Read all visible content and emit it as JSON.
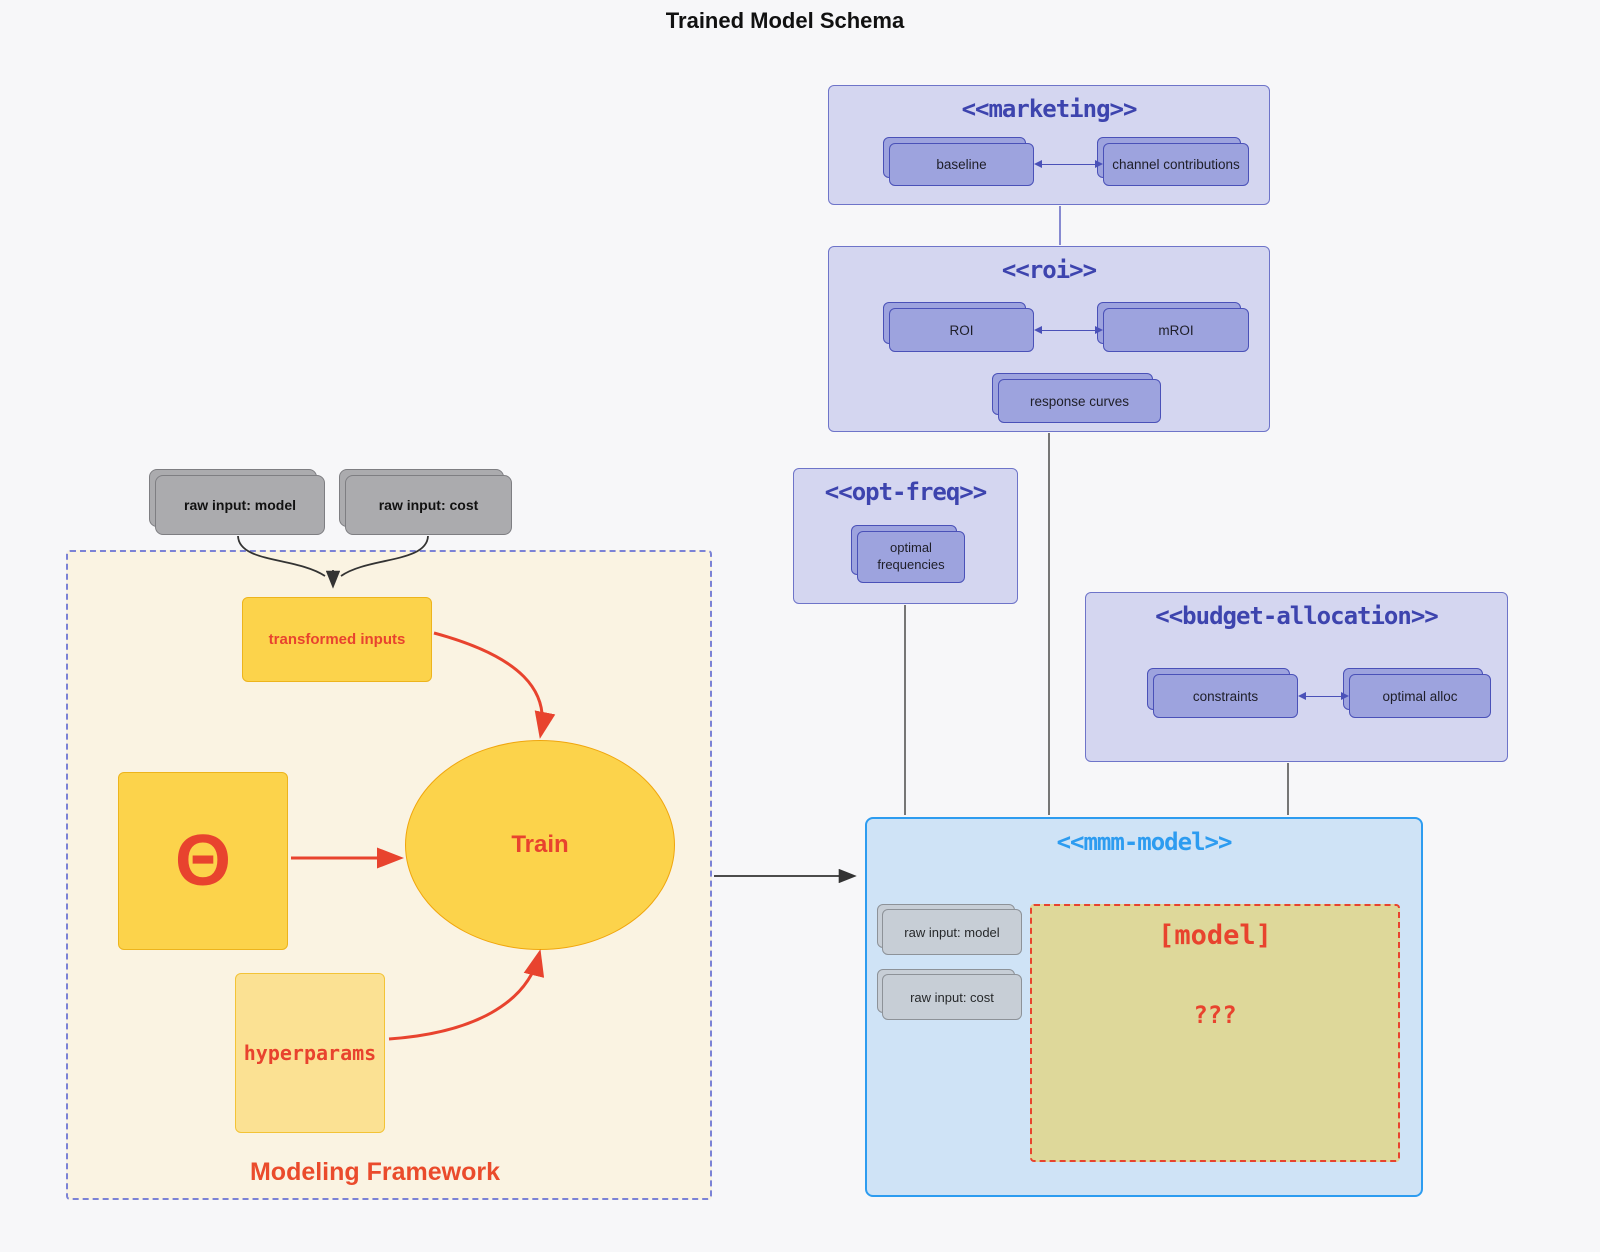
{
  "page_title": "Trained Model Schema",
  "colors": {
    "background": "#f7f7f9",
    "red_accent": "#e8432e",
    "blue_accent": "#2d9cf0",
    "indigo_title": "#3d44ae",
    "purple_subgraph_fill": "#d4d6f0",
    "purple_node_fill": "#9da3de",
    "yellow_node_fill": "#fcd34b",
    "cream_framework_fill": "#faf3e2",
    "olive_model_fill": "#ded89a",
    "gray_card_fill": "#ababae"
  },
  "framework": {
    "label": "Modeling Framework",
    "raw_input_model": "raw input: model",
    "raw_input_cost": "raw input: cost",
    "transformed_inputs": "transformed inputs",
    "theta": "Θ",
    "train": "Train",
    "hyperparams": "hyperparams"
  },
  "marketing": {
    "title": "<<marketing>>",
    "baseline": "baseline",
    "channel_contributions": "channel contributions"
  },
  "roi": {
    "title": "<<roi>>",
    "roi": "ROI",
    "mroi": "mROI",
    "response_curves": "response curves"
  },
  "opt_freq": {
    "title": "<<opt-freq>>",
    "optimal_frequencies": "optimal frequencies"
  },
  "budget_allocation": {
    "title": "<<budget-allocation>>",
    "constraints": "constraints",
    "optimal_alloc": "optimal alloc"
  },
  "mmm_model": {
    "title": "<<mmm-model>>",
    "raw_input_model": "raw input: model",
    "raw_input_cost": "raw input: cost",
    "model_placeholder": "[model]",
    "unknown": "???"
  }
}
